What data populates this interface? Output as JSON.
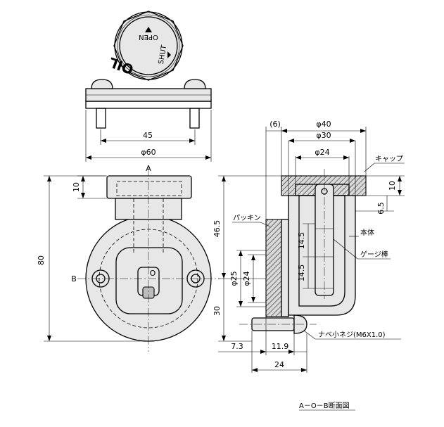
{
  "dial": {
    "open": "OPEN",
    "shut": "SHUT",
    "oil": "OIL"
  },
  "dimensions": {
    "d45": "45",
    "phi60": "φ60",
    "d80": "80",
    "d10_left": "10",
    "d46_5": "46.5",
    "d30": "30",
    "phi25": "φ25",
    "phi24_left": "φ24",
    "paren6": "(6)",
    "phi40": "φ40",
    "phi30": "φ30",
    "phi24_top": "φ24",
    "d10_right": "10",
    "d6_5": "6.5",
    "d14_5_a": "14.5",
    "d14_5_b": "14.5",
    "d7_3": "7.3",
    "d11_9": "11.9",
    "d24": "24"
  },
  "labels": {
    "a": "A",
    "b": "B",
    "o": "O",
    "cap": "キャップ",
    "packing": "パッキン",
    "body": "本体",
    "gauge_rod": "ゲージ棒",
    "screw": "ナベ小ネジ(M6X1.0)",
    "section": "A－O－B断面図"
  }
}
